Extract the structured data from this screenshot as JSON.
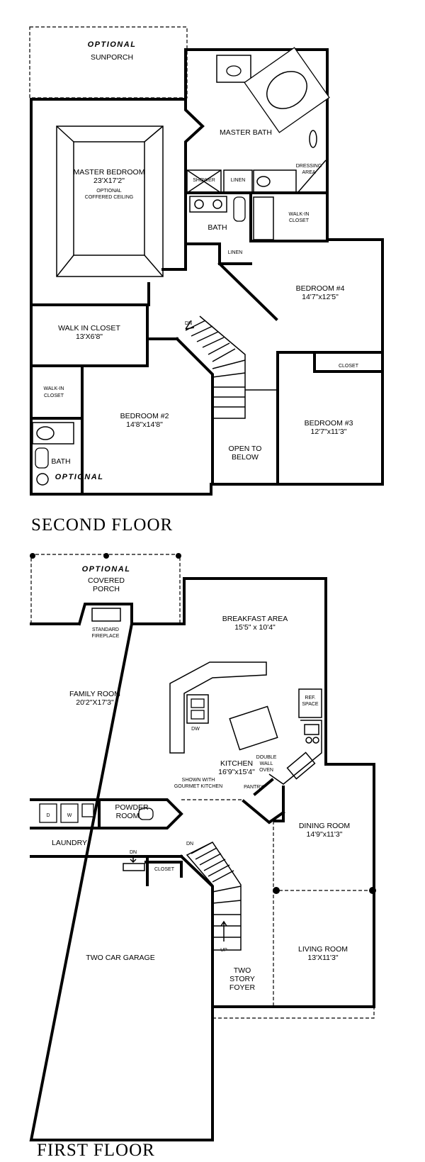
{
  "second_floor": {
    "title": "SECOND FLOOR",
    "optional_sunporch_tag": "OPTIONAL",
    "sunporch": "SUNPORCH",
    "master_bath": "MASTER BATH",
    "master_bedroom": {
      "name": "MASTER BEDROOM",
      "size": "23'X17'2\"",
      "note_line1": "OPTIONAL",
      "note_line2": "COFFERED CEILING"
    },
    "shower": "SHOWER",
    "linen_upper": "LINEN",
    "dressing_line1": "DRESSING",
    "dressing_line2": "AREA",
    "walkin_bath_line1": "WALK-IN",
    "walkin_bath_line2": "CLOSET",
    "bath": "BATH",
    "linen_lower": "LINEN",
    "bedroom4": {
      "name": "BEDROOM #4",
      "size": "14'7\"x12'5\""
    },
    "walk_in_closet": {
      "name": "WALK IN CLOSET",
      "size": "13'X6'8\""
    },
    "stair_dn": "DN",
    "closet_b3": "CLOSET",
    "walkin_b2_line1": "WALK-IN",
    "walkin_b2_line2": "CLOSET",
    "bedroom2": {
      "name": "BEDROOM #2",
      "size": "14'8\"x14'8\""
    },
    "bedroom3": {
      "name": "BEDROOM #3",
      "size": "12'7\"x11'3\""
    },
    "open_to_below_line1": "OPEN TO",
    "open_to_below_line2": "BELOW",
    "bath2": "BATH",
    "optional_bath_tag": "OPTIONAL"
  },
  "first_floor": {
    "title": "FIRST FLOOR",
    "optional_porch_tag": "OPTIONAL",
    "covered_line1": "COVERED",
    "covered_line2": "PORCH",
    "breakfast": {
      "name": "BREAKFAST AREA",
      "size": "15'5\" x 10'4\""
    },
    "fireplace_line1": "STANDARD",
    "fireplace_line2": "FIREPLACE",
    "family_room": {
      "name": "FAMILY ROOM",
      "size": "20'2\"X17'3\""
    },
    "ref_line1": "REF.",
    "ref_line2": "SPACE",
    "dw": "DW",
    "kitchen": {
      "name": "KITCHEN",
      "size": "16'9\"x15'4\""
    },
    "double_oven_line1": "DOUBLE",
    "double_oven_line2": "WALL",
    "double_oven_line3": "OVEN",
    "shown_line1": "SHOWN WITH",
    "shown_line2": "GOURMET KITCHEN",
    "pantry": "PANTRY",
    "powder_line1": "POWDER",
    "powder_line2": "ROOM",
    "dryer": "D",
    "washer": "W",
    "laundry": "LAUNDRY",
    "dining_room": {
      "name": "DINING ROOM",
      "size": "14'9\"x11'3\""
    },
    "laundry_dn": "DN",
    "stair_dn": "DN",
    "closet": "CLOSET",
    "stair_up": "UP",
    "garage": "TWO CAR GARAGE",
    "living_room": {
      "name": "LIVING ROOM",
      "size": "13'X11'3\""
    },
    "foyer_line1": "TWO",
    "foyer_line2": "STORY",
    "foyer_line3": "FOYER"
  }
}
